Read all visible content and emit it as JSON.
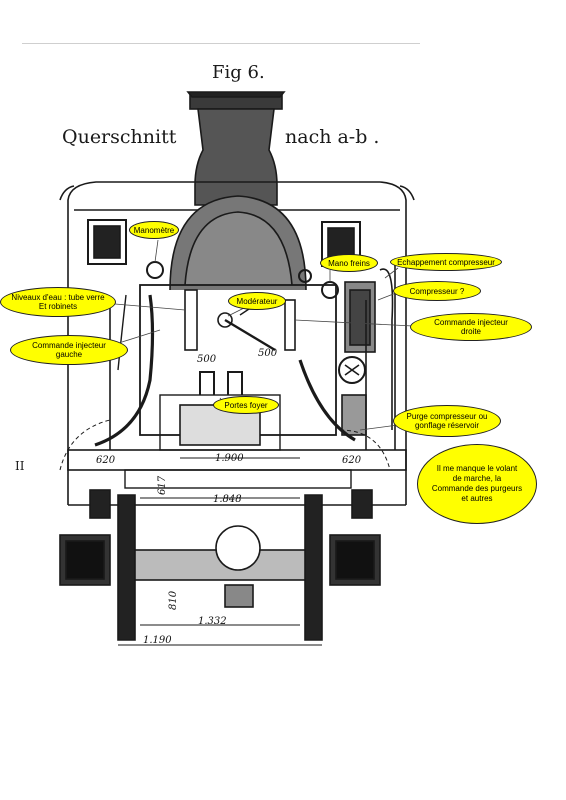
{
  "header": {
    "fig": "Fig 6.",
    "title_left": "Querschnitt",
    "title_right": "nach a-b ."
  },
  "dimensions": {
    "d620_left": "620",
    "d620_right": "620",
    "d1900": "1.900",
    "d1848": "1.848",
    "d1332": "1.332",
    "d1190": "1.190",
    "d500a": "500",
    "d500b": "500",
    "d810": "810",
    "d617": "617"
  },
  "side_mark": "II",
  "annotations": {
    "manometre": "Manomètre",
    "mano_freins": "Mano freins",
    "echappement": "Echappement compresseur",
    "niveaux": "Niveaux d'eau : tube verre\nEt robinets",
    "moderateur": "Modérateur",
    "compresseur": "Compresseur ?",
    "commande_droite": "Commande injecteur\ndroite",
    "commande_gauche": "Commande injecteur\ngauche",
    "portes_foyer": "Portes foyer",
    "purge": "Purge compresseur ou\ngonflage réservoir",
    "manque": "Il me manque le volant\nde marche, la\nCommande des purgeurs\net autres"
  },
  "colors": {
    "bubble_fill": "#ffff00",
    "ink": "#1a1a1a"
  }
}
